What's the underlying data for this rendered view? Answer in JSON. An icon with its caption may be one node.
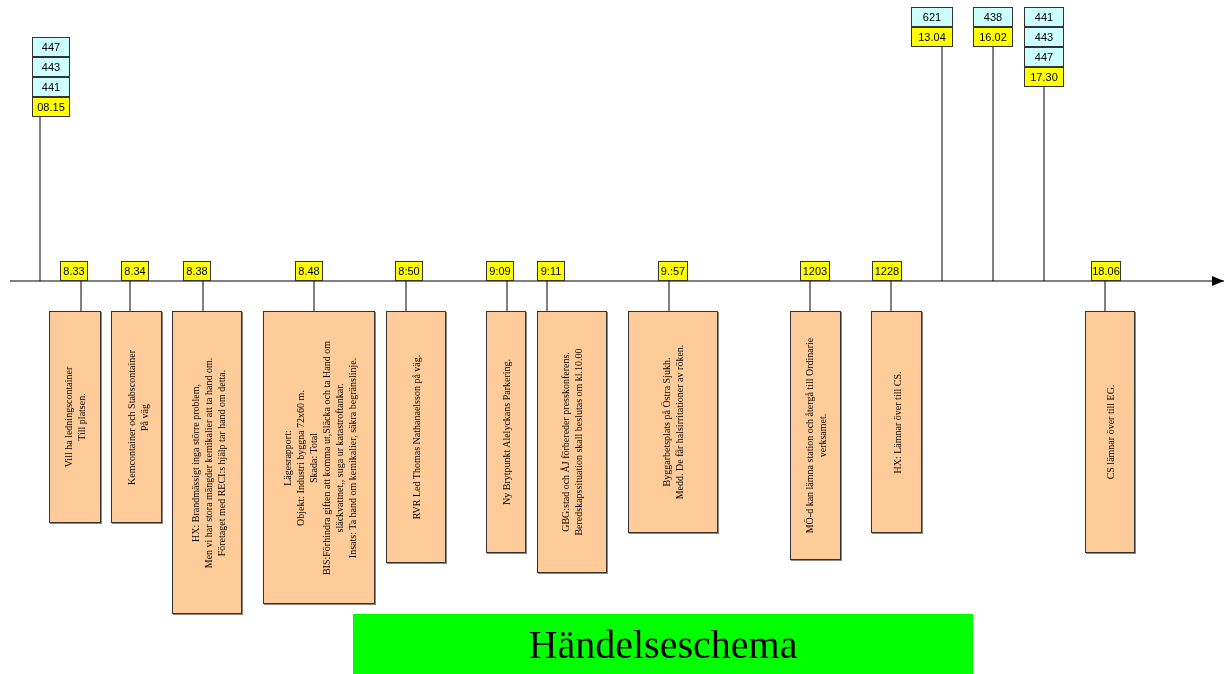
{
  "diagram": {
    "title": "Händelseschema",
    "nodes": [
      {
        "text": [
          "447"
        ]
      },
      {
        "text": [
          "443"
        ]
      },
      {
        "text": [
          "441"
        ]
      },
      {
        "text": [
          "08.15"
        ]
      },
      {
        "text": [
          "8.33"
        ]
      },
      {
        "text": [
          "Vill ha ledningscontainer",
          "Till platsen."
        ]
      },
      {
        "text": [
          "8.34"
        ]
      },
      {
        "text": [
          "Kemcontainer och Stabscontainer",
          "På väg"
        ]
      },
      {
        "text": [
          "8.38"
        ]
      },
      {
        "text": [
          "HX: Brandmässigt inga större problem,",
          "Men vi har stora mängder kemikalier att ta hand om.",
          "Företaget med RECI:s hjälp tar hand om detta."
        ]
      },
      {
        "text": [
          "8.48"
        ]
      },
      {
        "text": [
          "Lägesrapport:",
          "Objekt: Industri byggna 72x60 m.",
          "Skada: Total",
          "BIS:Förhindra giften att komma ut,Släcka och ta Hand om släckvattnet,, suga ur katastroftankar.",
          "Insats: Ta hand om kemikalier, säkra begränslinje."
        ]
      },
      {
        "text": [
          "8:50"
        ]
      },
      {
        "text": [
          "RVR Led Thomas Nathanaelsson på väg."
        ]
      },
      {
        "text": [
          "9:09"
        ]
      },
      {
        "text": [
          "Ny Brytpunkt Alelyckans Parkering."
        ]
      },
      {
        "text": [
          "9:11"
        ]
      },
      {
        "text": [
          "GBG:stad och ÅJ förbereder presskonferens.",
          "Beredskapssituation skall beslutas om kl.10.00"
        ]
      },
      {
        "text": [
          "9.:57"
        ]
      },
      {
        "text": [
          "Byggarbetsplats på Östra Sjukh.",
          "Medd. De får halsirritationer av röken."
        ]
      },
      {
        "text": [
          "1203"
        ]
      },
      {
        "text": [
          "MÖ-d kan lämna station och återgå till Ordinarie verksamet."
        ]
      },
      {
        "text": [
          "1228"
        ]
      },
      {
        "text": [
          "HX: Lämnar över till CS."
        ]
      },
      {
        "text": [
          "621"
        ]
      },
      {
        "text": [
          "13.04"
        ]
      },
      {
        "text": [
          "438"
        ]
      },
      {
        "text": [
          "16.02"
        ]
      },
      {
        "text": [
          "441"
        ]
      },
      {
        "text": [
          "443"
        ]
      },
      {
        "text": [
          "447"
        ]
      },
      {
        "text": [
          "17.30"
        ]
      },
      {
        "text": [
          "18.06"
        ]
      },
      {
        "text": [
          "CS lämnar över till EG."
        ]
      }
    ],
    "edges": [
      {
        "from": 3,
        "to": null,
        "arrow": "none"
      },
      {
        "from": 4,
        "to": 5,
        "arrow": "none"
      },
      {
        "from": 6,
        "to": 7,
        "arrow": "none"
      },
      {
        "from": 8,
        "to": 9,
        "arrow": "none"
      },
      {
        "from": 10,
        "to": 11,
        "arrow": "none"
      },
      {
        "from": 12,
        "to": 13,
        "arrow": "none"
      },
      {
        "from": 14,
        "to": 15,
        "arrow": "none"
      },
      {
        "from": 16,
        "to": 17,
        "arrow": "none"
      },
      {
        "from": 18,
        "to": 19,
        "arrow": "none"
      },
      {
        "from": 20,
        "to": 21,
        "arrow": "none"
      },
      {
        "from": 22,
        "to": 23,
        "arrow": "none"
      },
      {
        "from": 25,
        "to": null,
        "arrow": "none"
      },
      {
        "from": 27,
        "to": null,
        "arrow": "none"
      },
      {
        "from": 31,
        "to": null,
        "arrow": "none"
      },
      {
        "from": 32,
        "to": 33,
        "arrow": "none"
      }
    ]
  }
}
